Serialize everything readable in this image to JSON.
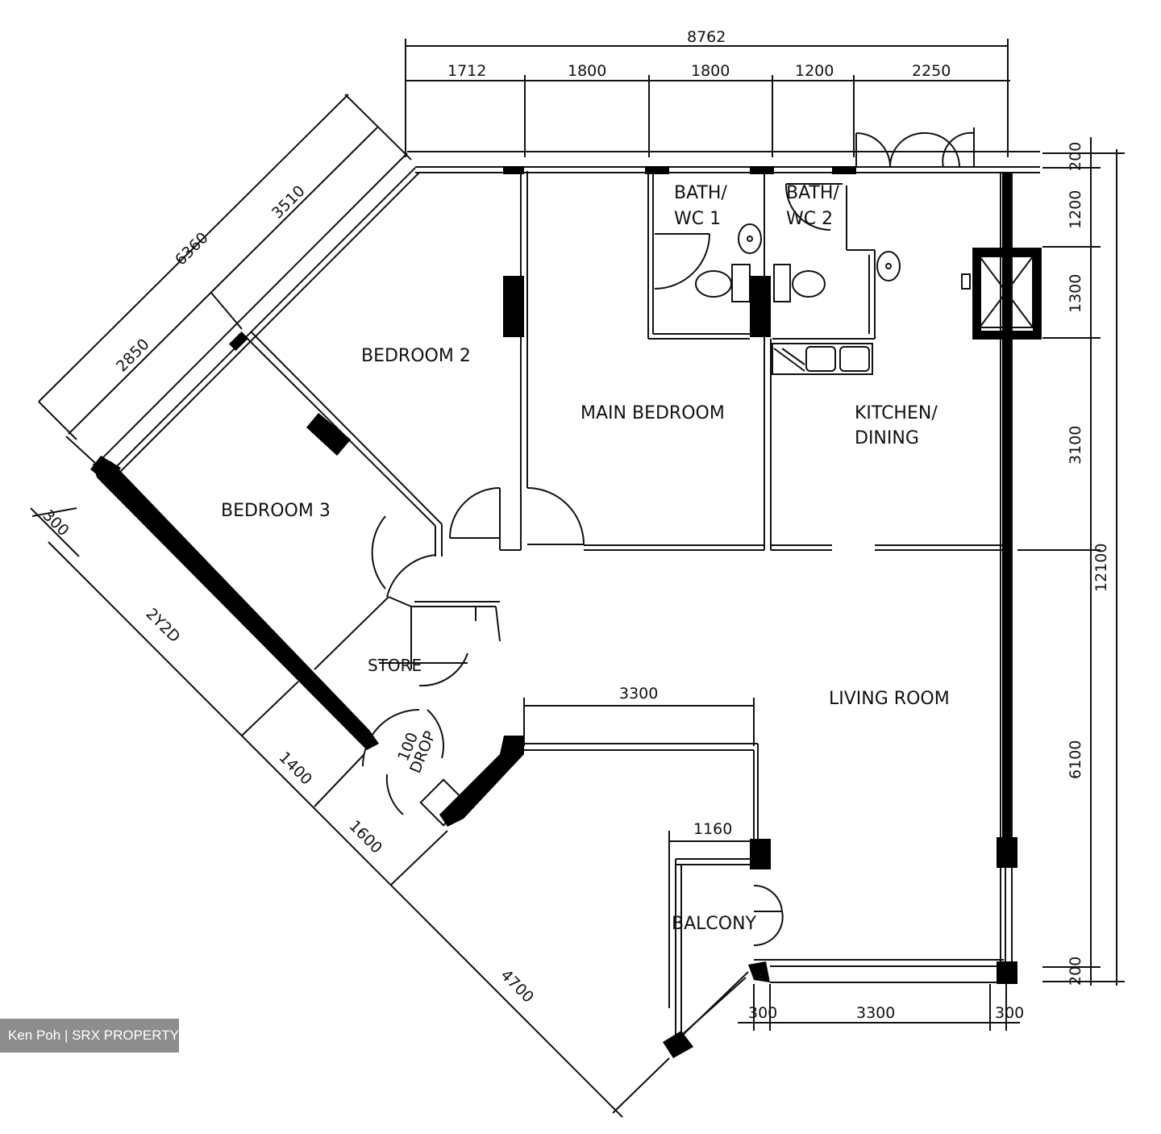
{
  "rooms": {
    "bedroom2": "BEDROOM 2",
    "bedroom3": "BEDROOM 3",
    "main_bedroom": "MAIN BEDROOM",
    "bath1_line1": "BATH/",
    "bath1_line2": "WC 1",
    "bath2_line1": "BATH/",
    "bath2_line2": "WC 2",
    "kitchen_line1": "KITCHEN/",
    "kitchen_line2": "DINING",
    "living": "LIVING ROOM",
    "balcony": "BALCONY",
    "store": "STORE",
    "drop": "DROP",
    "drop_num": "100"
  },
  "dimensions": {
    "top_total": "8762",
    "top_1": "1712",
    "top_2": "1800",
    "top_3": "1800",
    "top_4": "1200",
    "top_5": "2250",
    "right_1": "200",
    "right_2": "1200",
    "right_3": "1300",
    "right_4": "3100",
    "right_5": "6100",
    "right_6": "200",
    "right_total": "12100",
    "diag_total": "6360",
    "diag_1": "3510",
    "diag_2": "2850",
    "left_1": "300",
    "left_2": "2Y2D",
    "lower_1": "1400",
    "lower_2": "1600",
    "lower_3": "4700",
    "inner_1": "3300",
    "balcony_w": "1160",
    "bottom_1": "300",
    "bottom_2": "3300",
    "bottom_3": "300"
  },
  "watermark": "Ken Poh | SRX PROPERTY"
}
